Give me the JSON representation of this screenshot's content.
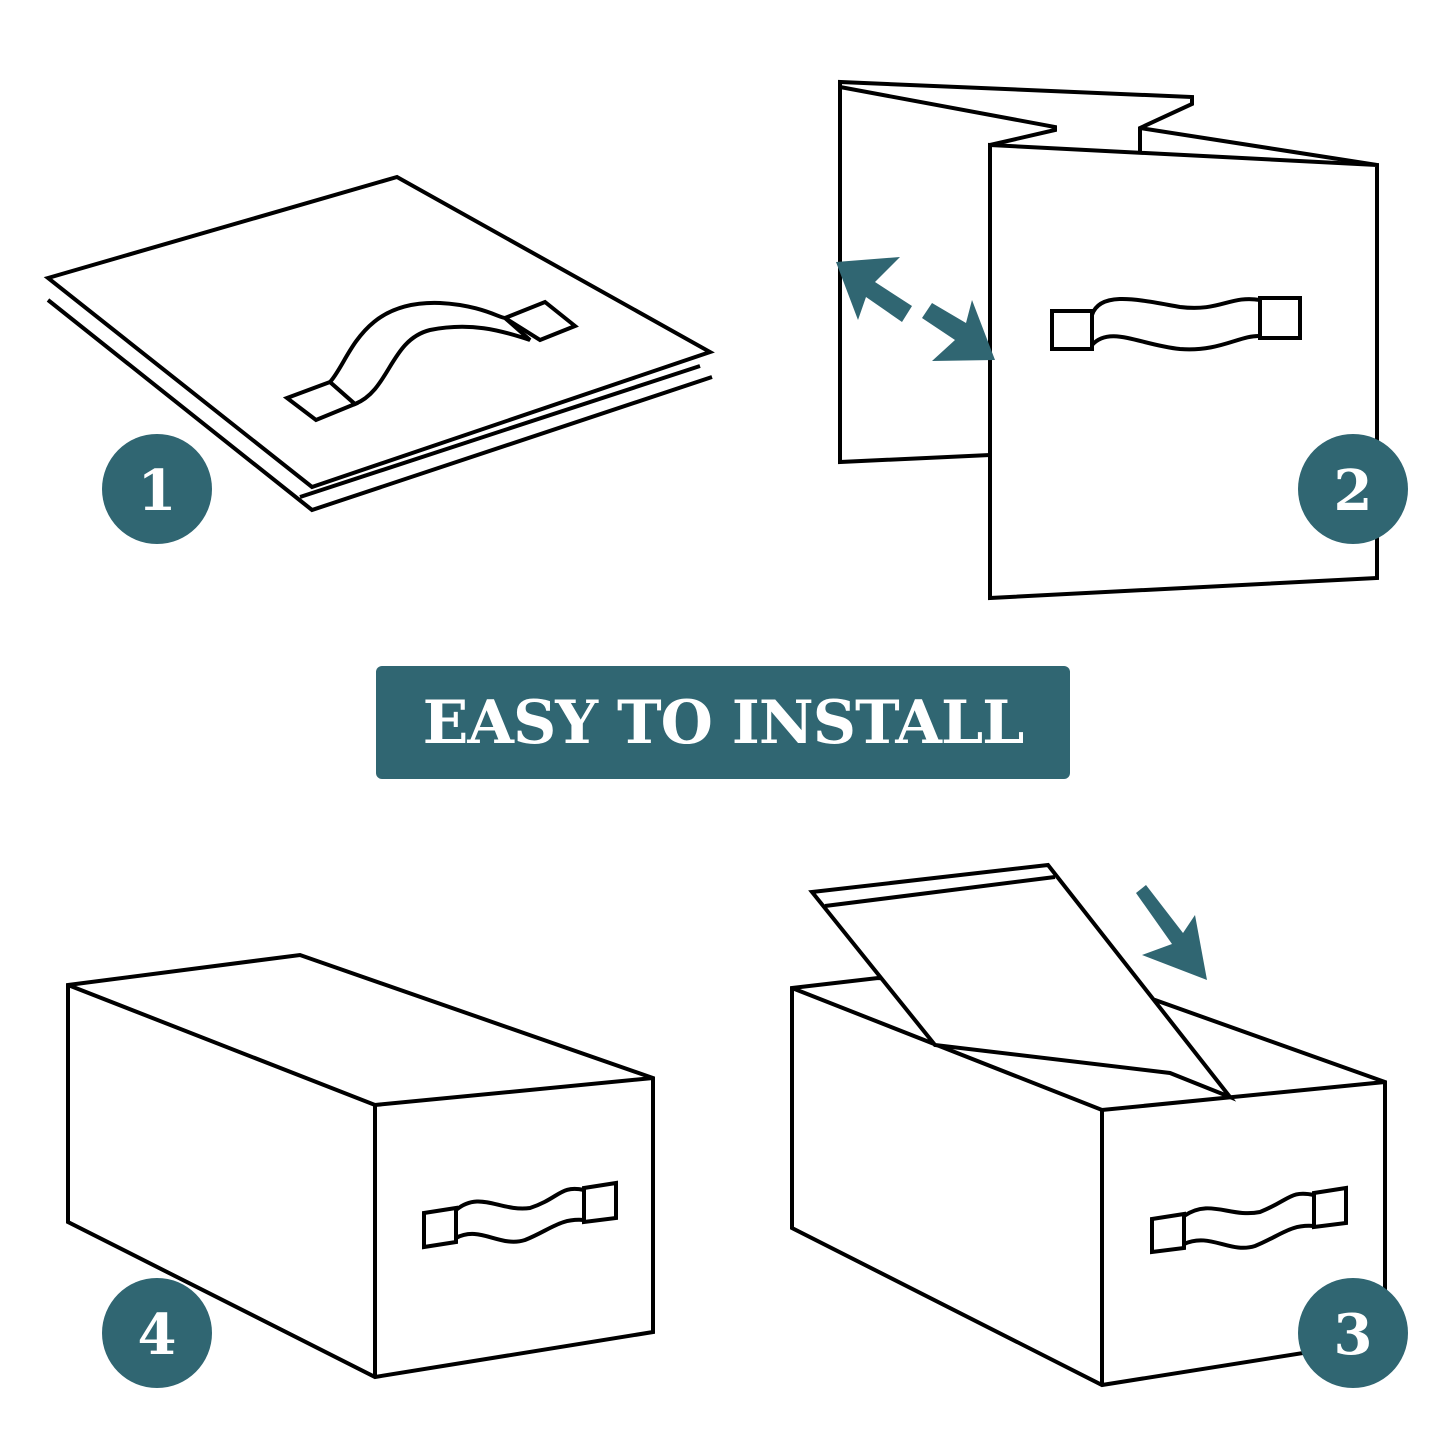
{
  "title": "EASY TO INSTALL",
  "steps": [
    {
      "number": "1"
    },
    {
      "number": "2"
    },
    {
      "number": "3"
    },
    {
      "number": "4"
    }
  ],
  "colors": {
    "accent": "#306672",
    "line": "#000000"
  }
}
